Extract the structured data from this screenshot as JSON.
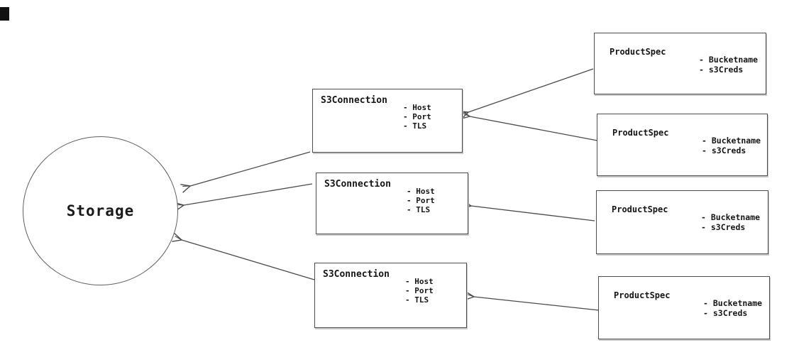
{
  "storage": {
    "label": "Storage"
  },
  "s3_connections": [
    {
      "title": "S3Connection",
      "attributes": [
        "- Host",
        "- Port",
        "- TLS"
      ]
    },
    {
      "title": "S3Connection",
      "attributes": [
        "- Host",
        "- Port",
        "- TLS"
      ]
    },
    {
      "title": "S3Connection",
      "attributes": [
        "- Host",
        "- Port",
        "- TLS"
      ]
    }
  ],
  "product_specs": [
    {
      "title": "ProductSpec",
      "attributes": [
        "- Bucketname",
        "- s3Creds"
      ]
    },
    {
      "title": "ProductSpec",
      "attributes": [
        "- Bucketname",
        "- s3Creds"
      ]
    },
    {
      "title": "ProductSpec",
      "attributes": [
        "- Bucketname",
        "- s3Creds"
      ]
    },
    {
      "title": "ProductSpec",
      "attributes": [
        "- Bucketname",
        "- s3Creds"
      ]
    }
  ],
  "edges": [
    {
      "from": "s3connection-1",
      "to": "storage"
    },
    {
      "from": "s3connection-2",
      "to": "storage"
    },
    {
      "from": "s3connection-3",
      "to": "storage"
    },
    {
      "from": "productspec-1",
      "to": "s3connection-1"
    },
    {
      "from": "productspec-2",
      "to": "s3connection-1"
    },
    {
      "from": "productspec-3",
      "to": "s3connection-2"
    },
    {
      "from": "productspec-4",
      "to": "s3connection-3"
    }
  ],
  "colors": {
    "edge_stroke": "#4a4a4a",
    "box_border": "#4d4d4d",
    "circle_border": "#5f5f5f",
    "text": "#1c1c1c",
    "background": "#ffffff"
  }
}
